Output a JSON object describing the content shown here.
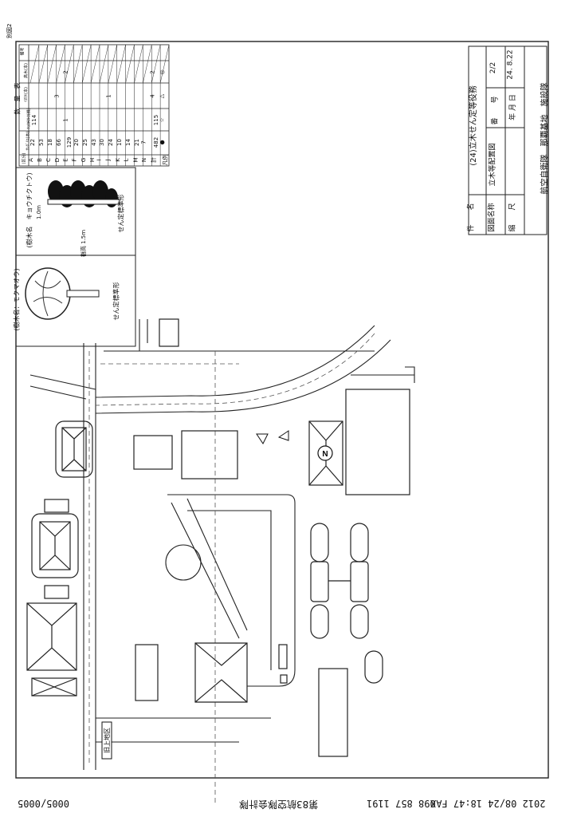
{
  "fax_header": {
    "timestamp": "2012 08/24 18:47 FAX",
    "fax_number": "098 857 1191",
    "sender": "第83航空隊会計隊",
    "page_counter": "0005/0005"
  },
  "corner_note": "別図2",
  "title_block": {
    "subject_label": "件　　名",
    "subject_value": "(24)立木せん定等役務",
    "drawing_name_label": "図面名称",
    "drawing_name_value": "立木等配置図",
    "number_label": "番　　号",
    "number_value": "2/2",
    "scale_label": "縮　　尺",
    "date_label": "年 月 日",
    "date_value": "24. 8.22",
    "organization": "航空自衛隊　那覇基地　施設隊"
  },
  "species_panel": {
    "tree1_label": "(樹木名：モクマオウ)",
    "tree1_caption": "せん定標準形",
    "tree2_label": "(樹木名　キョウチクトウ)",
    "tree2_caption": "せん定標準形",
    "dim_height": "1.0m",
    "dim_width": "樹高 1.5m"
  },
  "quantity_table": {
    "title": "数　量　表",
    "col_headers": [
      "(区分)",
      "ｻﾝｸﾞﾘｽ(本)",
      "ｷｮｳﾁｸﾄｳ(株)",
      "ｲﾇﾏｷ(本)",
      "高木(本)",
      "備考"
    ],
    "rows": [
      [
        "A",
        "22",
        "114",
        "",
        "",
        ""
      ],
      [
        "B",
        "53",
        "",
        "",
        "",
        ""
      ],
      [
        "C",
        "18",
        "",
        "",
        "",
        ""
      ],
      [
        "D",
        "66",
        "",
        "3",
        "",
        ""
      ],
      [
        "E",
        "129",
        "1",
        "",
        "2",
        ""
      ],
      [
        "F",
        "20",
        "",
        "",
        "",
        ""
      ],
      [
        "G",
        "25",
        "",
        "",
        "",
        ""
      ],
      [
        "H",
        "43",
        "",
        "",
        "",
        ""
      ],
      [
        "I",
        "30",
        "",
        "",
        "",
        ""
      ],
      [
        "J",
        "24",
        "",
        "1",
        "",
        ""
      ],
      [
        "K",
        "10",
        "",
        "",
        "",
        ""
      ],
      [
        "L",
        "14",
        "",
        "",
        "",
        ""
      ],
      [
        "M",
        "21",
        "",
        "",
        "",
        ""
      ],
      [
        "N",
        "7",
        "",
        "",
        "",
        ""
      ],
      [
        "計",
        "482",
        "115",
        "4",
        "2",
        ""
      ],
      [
        "凡例",
        "●",
        "☆",
        "△",
        "◎",
        ""
      ]
    ]
  },
  "map": {
    "north_symbol": "N",
    "area_label": "旧上地区"
  }
}
